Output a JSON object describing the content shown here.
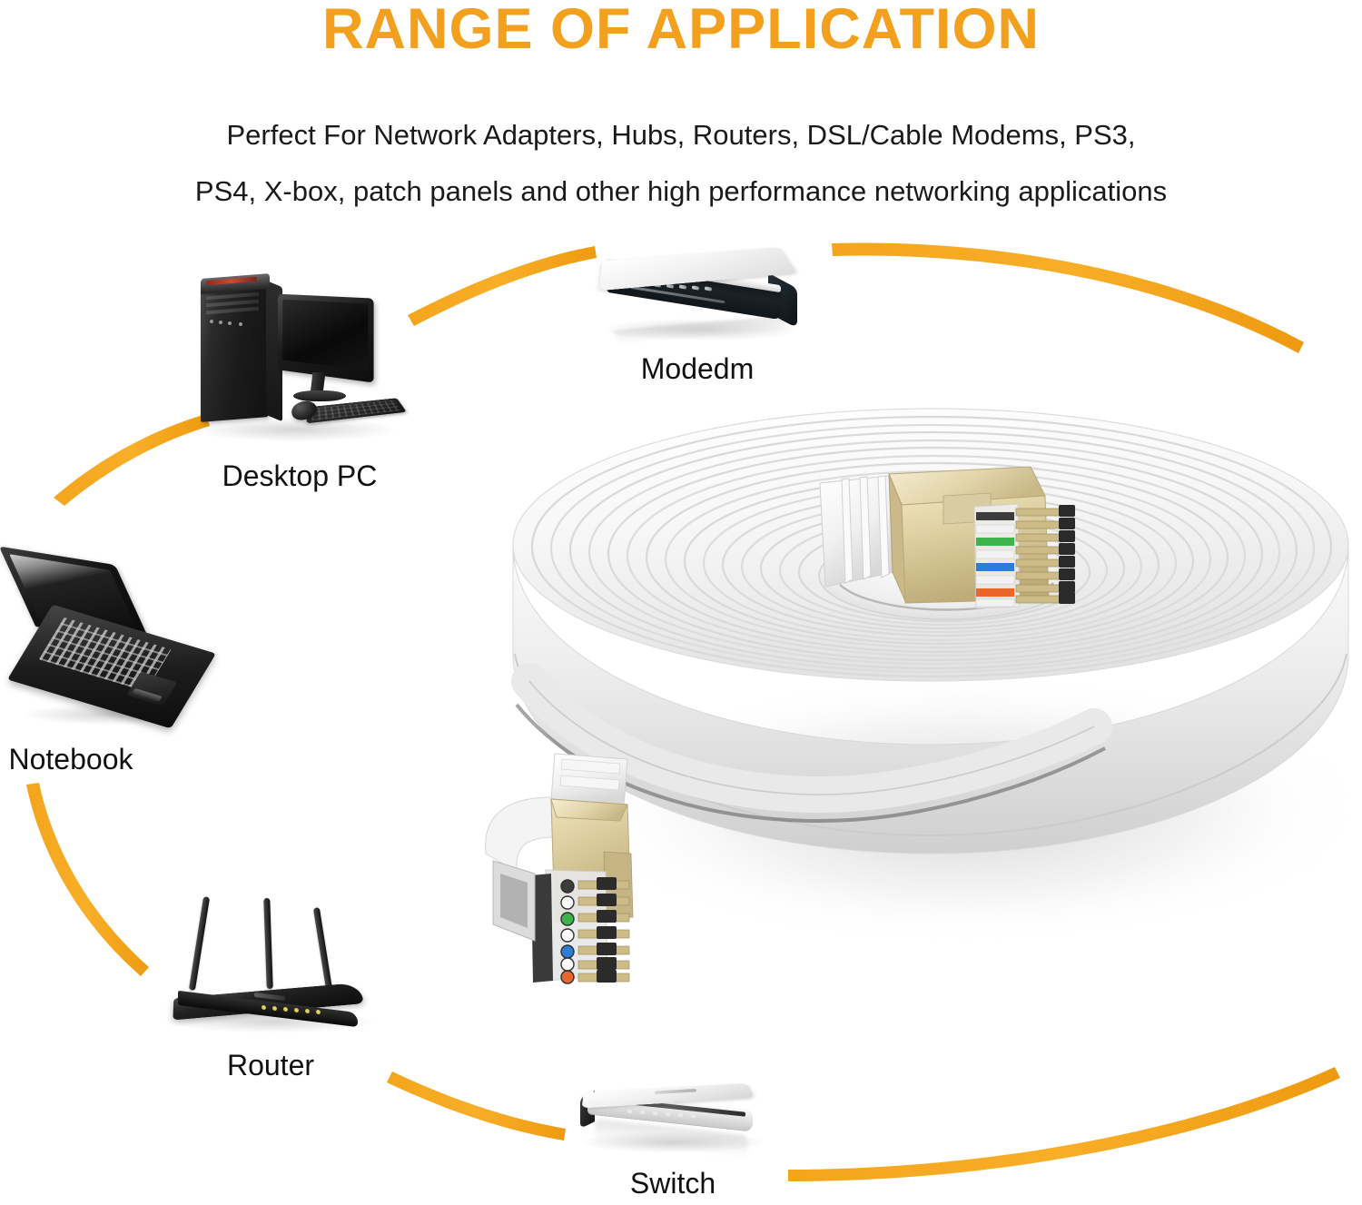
{
  "header": {
    "title": "RANGE OF APPLICATION",
    "subtitle_line1": "Perfect For Network Adapters, Hubs, Routers, DSL/Cable Modems, PS3,",
    "subtitle_line2": "PS4, X-box, patch panels and other high performance networking applications"
  },
  "colors": {
    "title": "#F2A01E",
    "arrow": "#F5A623",
    "arrow_dark": "#E99310",
    "body_text": "#111111",
    "background": "#FFFFFF",
    "connector_gold": "#D8C99B",
    "cable_white": "#F2F2F2"
  },
  "diagram": {
    "nodes": [
      {
        "id": "desktop",
        "label": "Desktop PC",
        "icon": "desktop-pc-icon"
      },
      {
        "id": "modem",
        "label": "Modedm",
        "icon": "modem-icon"
      },
      {
        "id": "notebook",
        "label": "Notebook",
        "icon": "notebook-icon"
      },
      {
        "id": "router",
        "label": "Router",
        "icon": "router-icon"
      },
      {
        "id": "switch",
        "label": "Switch",
        "icon": "switch-icon"
      }
    ],
    "connectors": [
      {
        "id": "arc-desktop-modem",
        "from": "desktop",
        "to": "modem"
      },
      {
        "id": "arc-modem-right",
        "from": "modem",
        "to": "coil-top"
      },
      {
        "id": "arc-notebook-desktop",
        "from": "notebook",
        "to": "desktop"
      },
      {
        "id": "arc-notebook-router",
        "from": "notebook",
        "to": "router"
      },
      {
        "id": "arc-router-switch",
        "from": "router",
        "to": "switch"
      },
      {
        "id": "arc-switch-right",
        "from": "switch",
        "to": "coil-bottom"
      }
    ]
  },
  "product": {
    "name": "flat-ethernet-cable-coil",
    "connector_left": "rj45-connector-left",
    "connector_right": "rj45-connector-right",
    "wire_colors": [
      "#FFFFFF",
      "#3CB44B",
      "#FFFFFF",
      "#2A7FD4",
      "#FFFFFF",
      "#E8662A",
      "#FFFFFF",
      "#9A9A9A"
    ]
  }
}
